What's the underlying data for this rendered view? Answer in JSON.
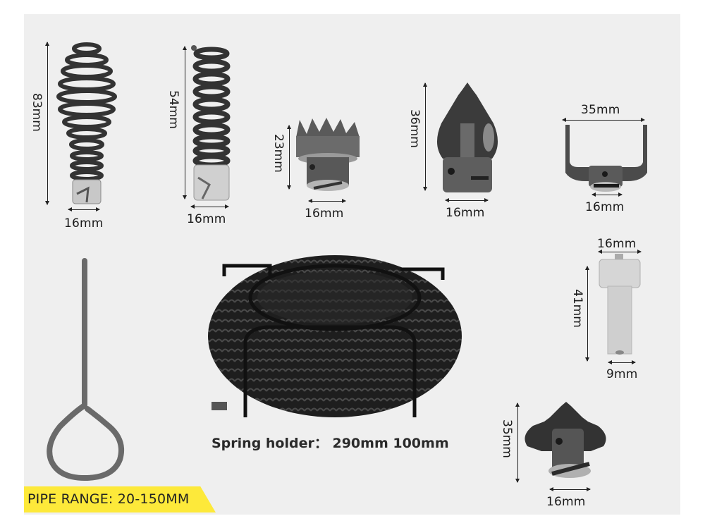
{
  "banner": {
    "text": "PIPE RANGE: 20-150MM",
    "color": "#fde93a"
  },
  "caption": {
    "label": "Spring holder：",
    "value": "290mm 100mm"
  },
  "items": [
    {
      "name": "bulb-spring-head",
      "height": "83mm",
      "width": "16mm"
    },
    {
      "name": "straight-spring-head",
      "height": "54mm",
      "width": "16mm"
    },
    {
      "name": "crown-cutter-head",
      "height": "23mm",
      "width": "16mm"
    },
    {
      "name": "spade-cutter-head",
      "height": "36mm",
      "width": "16mm"
    },
    {
      "name": "u-cutter-head",
      "top_width": "35mm",
      "width": "16mm"
    },
    {
      "name": "adapter-pin",
      "top_width": "16mm",
      "height": "41mm",
      "bottom_width": "9mm"
    },
    {
      "name": "heart-cutter-head",
      "height": "35mm",
      "width": "16mm"
    }
  ],
  "colors": {
    "panel_bg": "#efefef",
    "page_bg": "#ffffff",
    "metal_dark": "#2b2b2b",
    "metal_light": "#c9c9c9"
  }
}
